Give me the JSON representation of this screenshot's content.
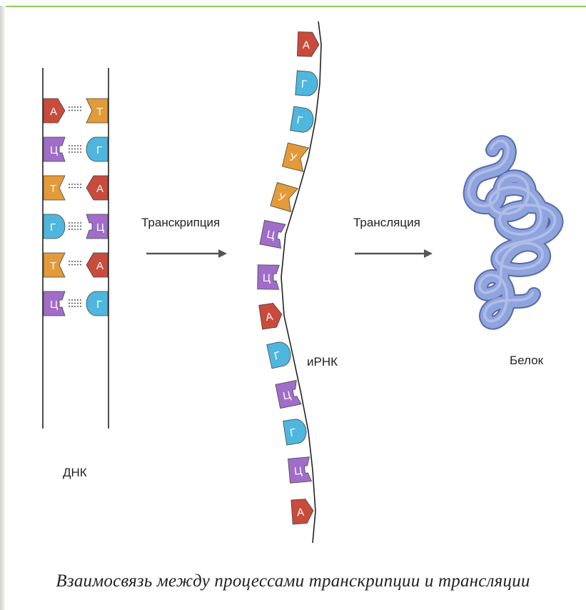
{
  "labels": {
    "transcription": "Транскрипция",
    "translation": "Трансляция",
    "dna": "ДНК",
    "mrna": "иРНК",
    "protein": "Белок"
  },
  "caption": "Взаимосвязь между процессами транскрипции и трансляции",
  "dna_pairs": [
    {
      "left": "А",
      "right": "Т"
    },
    {
      "left": "Ц",
      "right": "Г"
    },
    {
      "left": "Т",
      "right": "А"
    },
    {
      "left": "Г",
      "right": "Ц"
    },
    {
      "left": "Т",
      "right": "А"
    },
    {
      "left": "Ц",
      "right": "Г"
    }
  ],
  "mrna_sequence": [
    "А",
    "Г",
    "Г",
    "У",
    "У",
    "Ц",
    "Ц",
    "А",
    "Г",
    "Ц",
    "Г",
    "Ц",
    "А"
  ],
  "base_colors": {
    "А": "#c84b3c",
    "Т": "#e39a38",
    "У": "#e39a38",
    "Г": "#4fb6de",
    "Ц": "#a06ec9"
  },
  "protein_color": "#8fa3dc",
  "arrow_color": "#555555"
}
